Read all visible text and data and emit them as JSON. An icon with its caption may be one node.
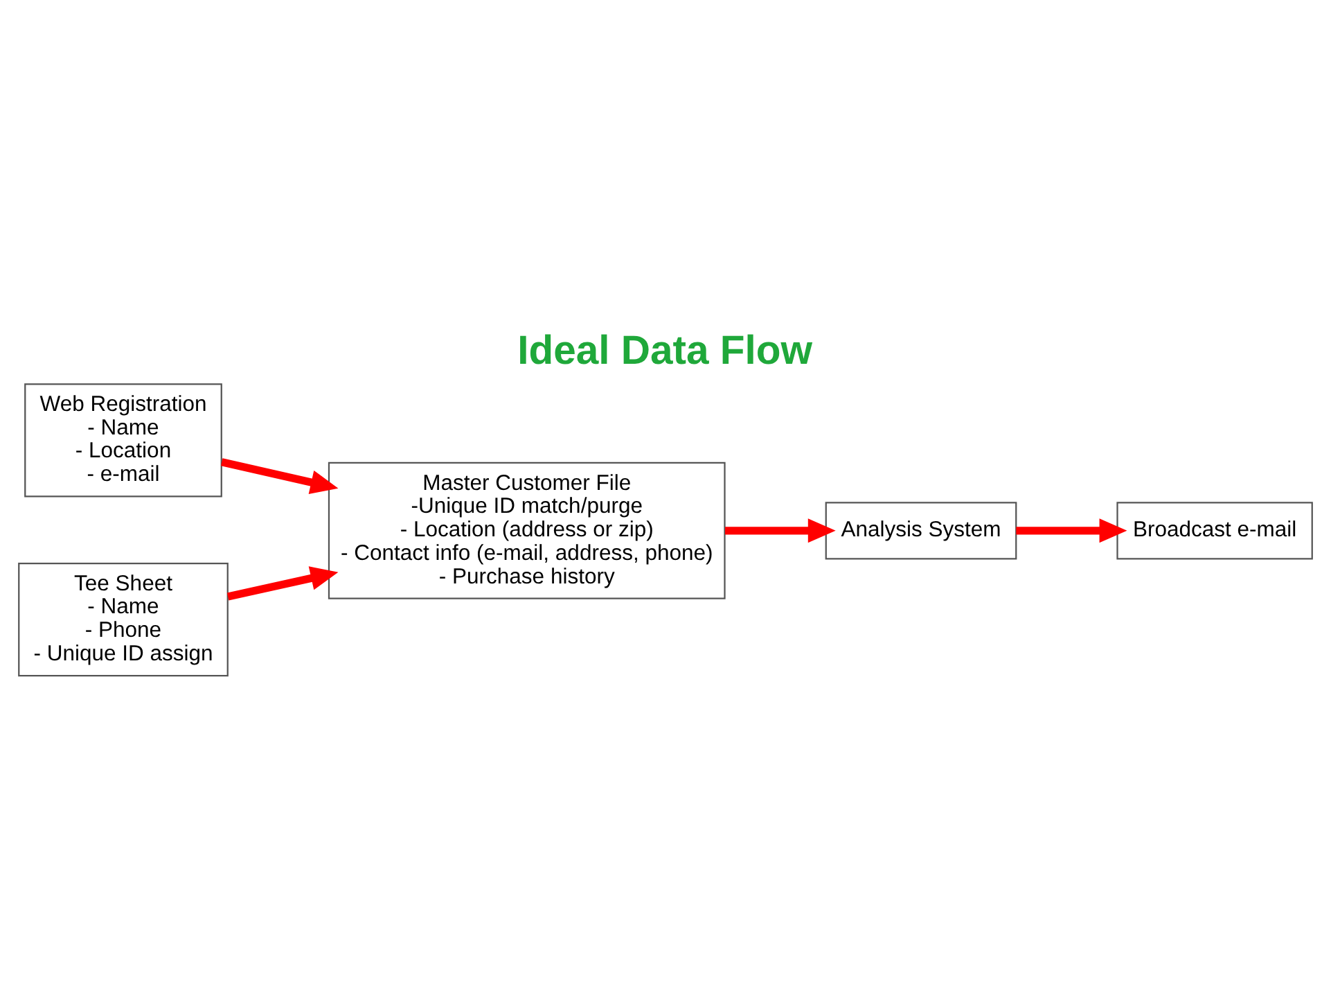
{
  "diagram": {
    "title": "Ideal Data Flow",
    "nodes": [
      {
        "text": [
          "Web Registration",
          "- Name",
          "- Location",
          "- e-mail"
        ]
      },
      {
        "text": [
          "Master Customer File",
          "-Unique ID match/purge",
          "- Location (address or zip)",
          "- Contact info (e-mail, address, phone)",
          "- Purchase history"
        ]
      },
      {
        "text": [
          "Tee Sheet",
          "- Name",
          "- Phone",
          "- Unique ID assign"
        ]
      },
      {
        "text": [
          "Analysis System"
        ]
      },
      {
        "text": [
          "Broadcast e-mail"
        ]
      }
    ],
    "edges": [
      {
        "from": 0,
        "to": 1,
        "arrow": "to"
      },
      {
        "from": 2,
        "to": 1,
        "arrow": "to"
      },
      {
        "from": 1,
        "to": 3,
        "arrow": "to"
      },
      {
        "from": 3,
        "to": 4,
        "arrow": "to"
      }
    ]
  }
}
